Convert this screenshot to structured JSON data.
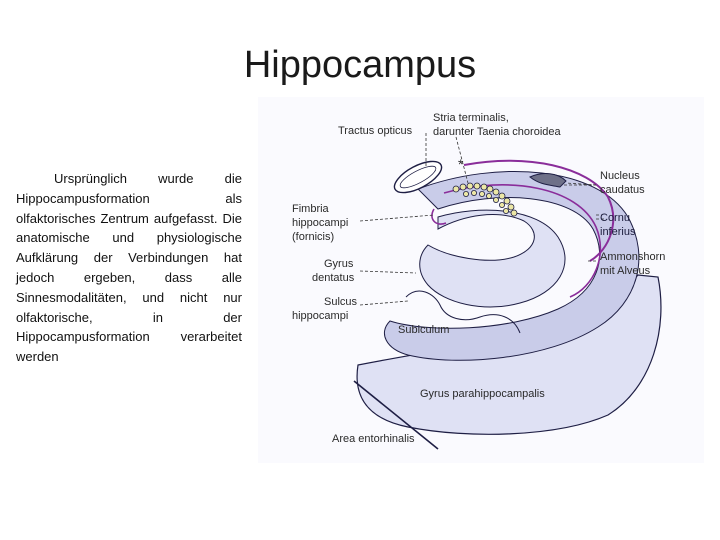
{
  "title": "Hippocampus",
  "body_text": "Ursprünglich wurde die Hippocampusformation als olfaktorisches Zentrum aufgefasst. Die anatomische und physiologische Aufklärung der Verbindungen hat jedoch ergeben, dass alle Sinnesmodalitäten, und nicht nur olfaktorische, in der Hippocampusformation verarbeitet werden",
  "figure": {
    "labels": {
      "tractus_opticus": "Tractus opticus",
      "stria_1": "Stria terminalis,",
      "stria_2": "darunter Taenia choroidea",
      "asterisk": "*",
      "nucleus_1": "Nucleus",
      "nucleus_2": "caudatus",
      "cornu_1": "Cornu",
      "cornu_2": "inferius",
      "ammon_1": "Ammonshorn",
      "ammon_2": "mit Alveus",
      "fimbria_1": "Fimbria",
      "fimbria_2": "hippocampi",
      "fimbria_3": "(fornicis)",
      "gyrus_dent_1": "Gyrus",
      "gyrus_dent_2": "dentatus",
      "sulcus_1": "Sulcus",
      "sulcus_2": "hippocampi",
      "subiculum": "Subiculum",
      "gyrus_para": "Gyrus parahippocampalis",
      "area": "Area entorhinalis"
    },
    "colors": {
      "tissue": "#dfe1f4",
      "gray_matter": "#c9cce9",
      "ventricle_line": "#8a2d9a",
      "nucleus_fill": "#ece7a6",
      "caudatus_fill": "#6e7088",
      "outline": "#1e1e44"
    }
  }
}
